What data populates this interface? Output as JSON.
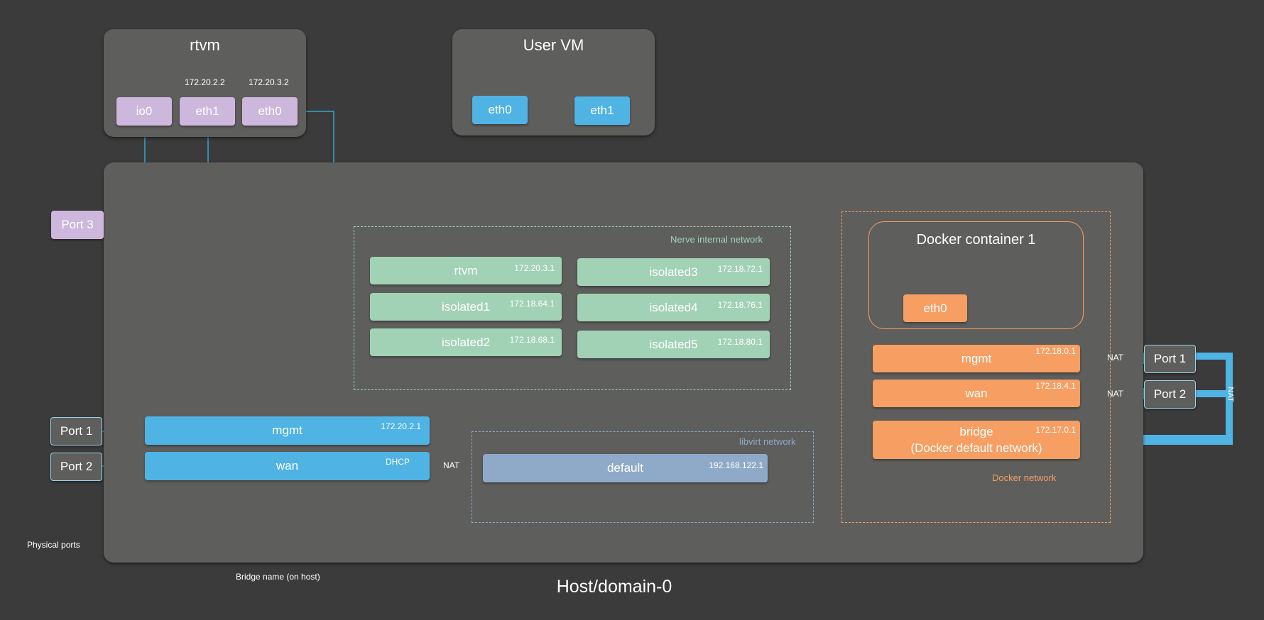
{
  "colors": {
    "background": "#3b3b3b",
    "panel": "#5e5e5d",
    "rtvm_iface": "#cdb7dc",
    "uservm_iface": "#4fb3e3",
    "nerve_bridge": "#a2d2b6",
    "docker_bridge": "#f79e63",
    "libvirt_bridge": "#8faac8",
    "link_line": "#3aa3cf"
  },
  "rtvm": {
    "title": "rtvm",
    "interfaces": [
      {
        "label": "io0",
        "ip": ""
      },
      {
        "label": "eth1",
        "ip": "172.20.2.2"
      },
      {
        "label": "eth0",
        "ip": "172.20.3.2"
      }
    ]
  },
  "user_vm": {
    "title": "User VM",
    "interfaces": [
      {
        "label": "eth0"
      },
      {
        "label": "eth1"
      }
    ]
  },
  "host": {
    "title": "Host/domain-0",
    "physical_ports_label": "Physical ports",
    "bridge_name_label": "Bridge name (on host)",
    "port3": "Port 3",
    "left_ports": [
      {
        "label": "Port 1"
      },
      {
        "label": "Port 2"
      }
    ],
    "bridges": [
      {
        "name": "mgmt",
        "ip": "172.20.2.1"
      },
      {
        "name": "wan",
        "ip": "DHCP"
      }
    ],
    "nat_label": "NAT"
  },
  "nerve_network": {
    "label": "Nerve internal network",
    "bridges": [
      {
        "name": "rtvm",
        "ip": "172.20.3.1"
      },
      {
        "name": "isolated1",
        "ip": "172.18.64.1"
      },
      {
        "name": "isolated2",
        "ip": "172.18.68.1"
      },
      {
        "name": "isolated3",
        "ip": "172.18.72.1"
      },
      {
        "name": "isolated4",
        "ip": "172.18.76.1"
      },
      {
        "name": "isolated5",
        "ip": "172.18.80.1"
      }
    ]
  },
  "libvirt_network": {
    "label": "libvirt network",
    "bridge": {
      "name": "default",
      "ip": "192.168.122.1"
    }
  },
  "docker_network": {
    "label": "Docker network",
    "container_title": "Docker container 1",
    "container_iface": "eth0",
    "bridges": [
      {
        "name": "mgmt",
        "ip": "172.18.0.1"
      },
      {
        "name": "wan",
        "ip": "172.18.4.1"
      },
      {
        "name": "bridge",
        "subtitle": "(Docker default network)",
        "ip": "172.17.0.1"
      }
    ],
    "right_ports": [
      {
        "label": "Port 1"
      },
      {
        "label": "Port 2"
      }
    ],
    "nat_label": "NAT",
    "nat_vertical_label": "NAT"
  }
}
